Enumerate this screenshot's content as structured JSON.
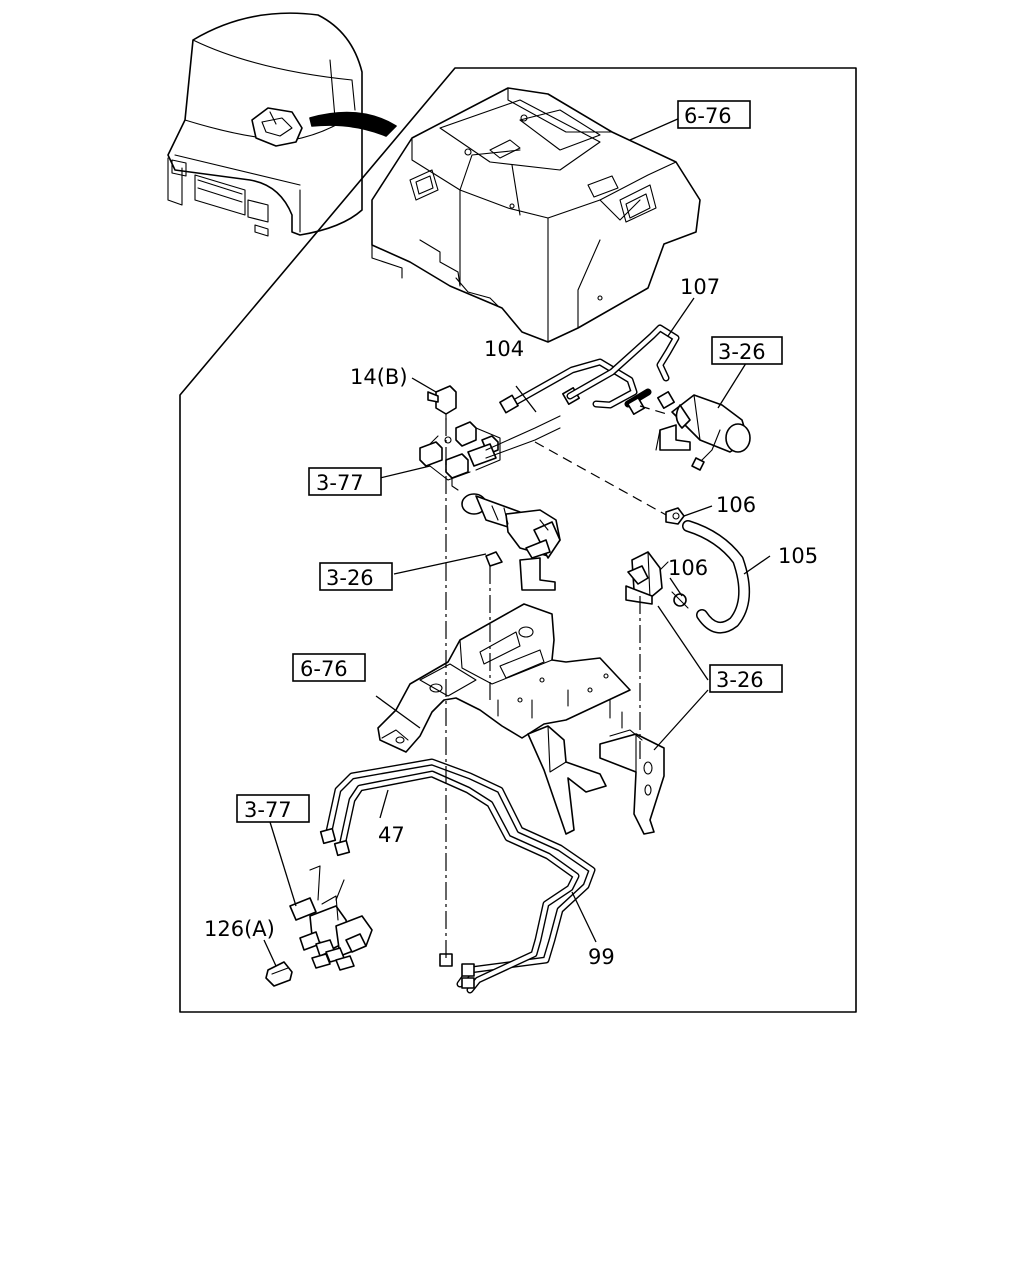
{
  "callouts": {
    "ref_6_76_top": "6-76",
    "p107": "107",
    "ref_3_26_top": "3-26",
    "p104": "104",
    "p14b": "14(B)",
    "ref_3_77_mid": "3-77",
    "p106_a": "106",
    "p105": "105",
    "p106_b": "106",
    "ref_3_26_mid": "3-26",
    "ref_6_76_mid": "6-76",
    "ref_3_26_right": "3-26",
    "ref_3_77_low": "3-77",
    "p47": "47",
    "p126a": "126(A)",
    "p99": "99"
  }
}
